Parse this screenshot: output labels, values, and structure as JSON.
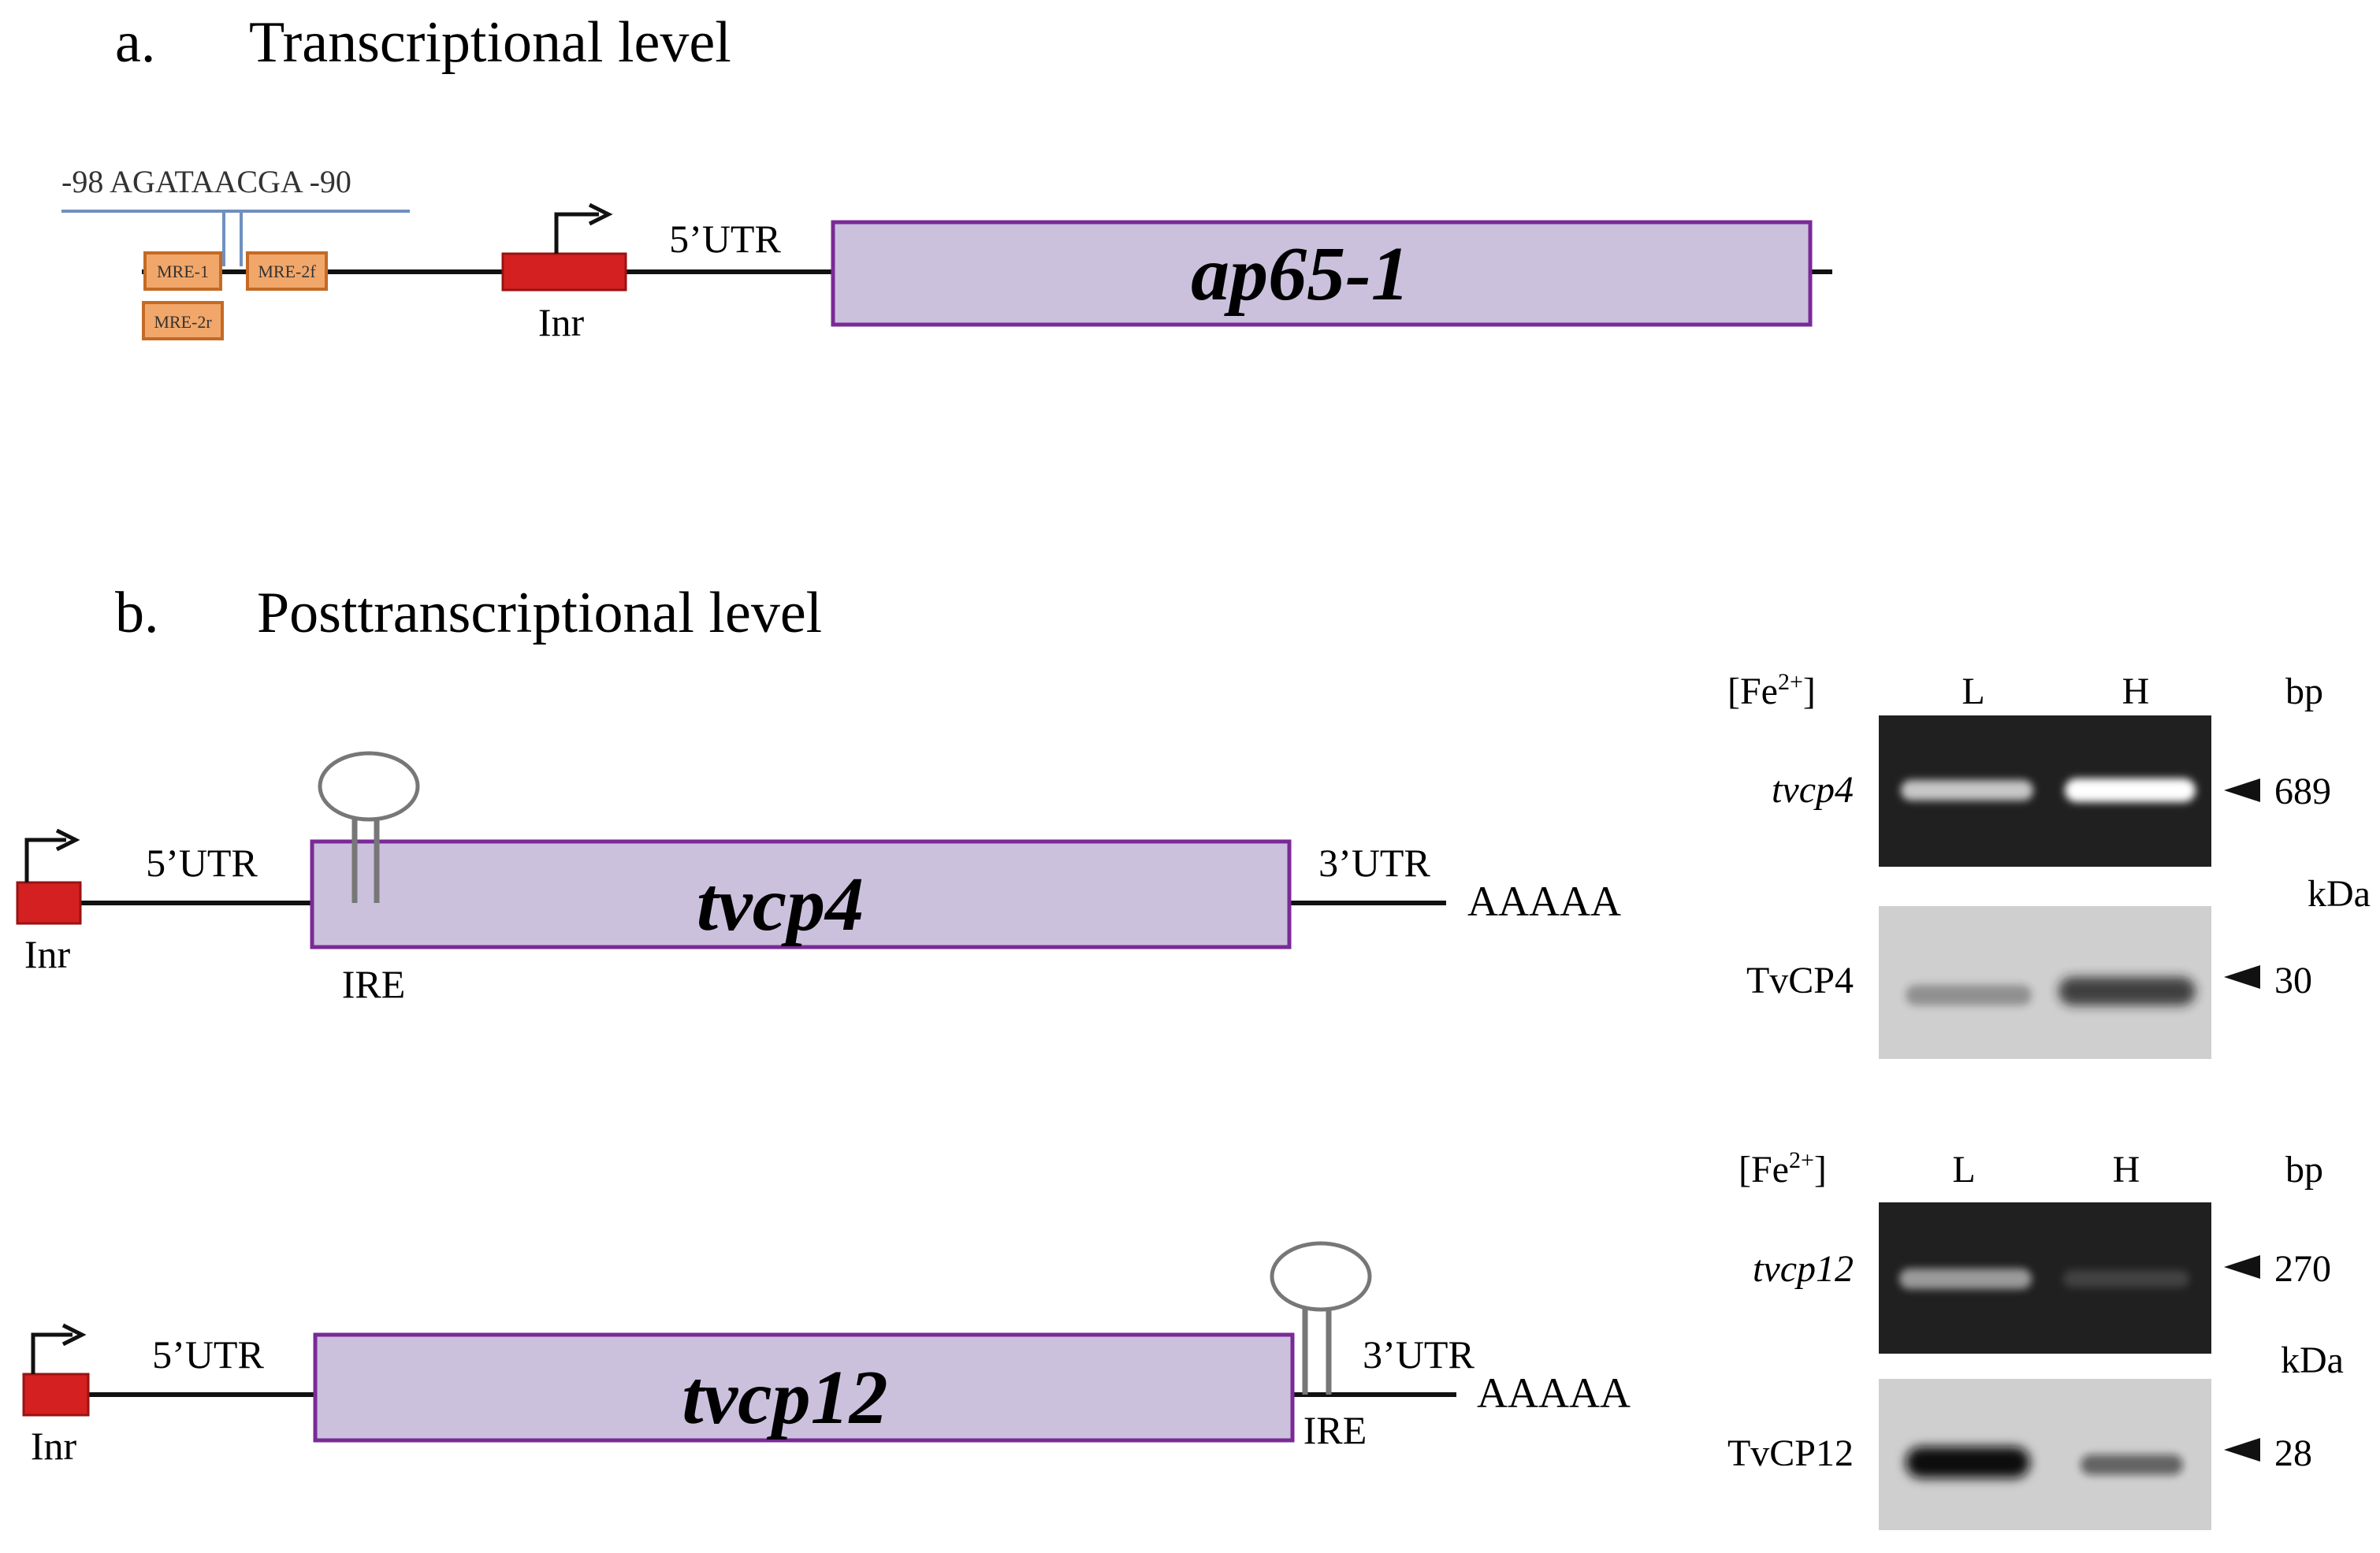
{
  "section_a": {
    "letter": "a.",
    "title": "Transcriptional level",
    "sequence": "-98 AGATAACGA -90",
    "mre_boxes": [
      "MRE-1",
      "MRE-2f",
      "MRE-2r"
    ],
    "inr_label": "Inr",
    "utr5_label": "5’UTR",
    "gene": "ap65-1"
  },
  "section_b": {
    "letter": "b.",
    "title": "Posttranscriptional level",
    "construct_1": {
      "gene": "tvcp4",
      "utr5": "5’UTR",
      "utr3": "3’UTR",
      "inr": "Inr",
      "ire": "IRE",
      "polya": "AAAAA"
    },
    "construct_2": {
      "gene": "tvcp12",
      "utr5": "5’UTR",
      "utr3": "3’UTR",
      "inr": "Inr",
      "ire": "IRE",
      "polya": "AAAAA"
    }
  },
  "gel_1": {
    "condition": "[Fe",
    "condition_sup": "2+",
    "condition_close": "]",
    "lanes": [
      "L",
      "H"
    ],
    "unit_top": "bp",
    "rna_label": "tvcp4",
    "rna_size": "689",
    "unit_bottom": "kDa",
    "protein_label": "TvCP4",
    "protein_size": "30",
    "rna_intensity": [
      0.75,
      1.0
    ],
    "protein_intensity": [
      0.35,
      0.8
    ]
  },
  "gel_2": {
    "condition": "[Fe",
    "condition_sup": "2+",
    "condition_close": "]",
    "lanes": [
      "L",
      "H"
    ],
    "unit_top": "bp",
    "rna_label": "tvcp12",
    "rna_size": "270",
    "unit_bottom": "kDa",
    "protein_label": "TvCP12",
    "protein_size": "28",
    "rna_intensity": [
      0.55,
      0.15
    ],
    "protein_intensity": [
      1.0,
      0.55
    ]
  },
  "colors": {
    "gene_fill": "#cbc1dd",
    "gene_stroke": "#7a2a96",
    "inr_fill": "#d42020",
    "mre_fill": "#f2a76a",
    "mre_stroke": "#c46a24",
    "seq_bracket": "#6f8fbf",
    "ire": "#777777",
    "gel_dark": "#202020",
    "blot_bg": "#cfcfcf"
  }
}
